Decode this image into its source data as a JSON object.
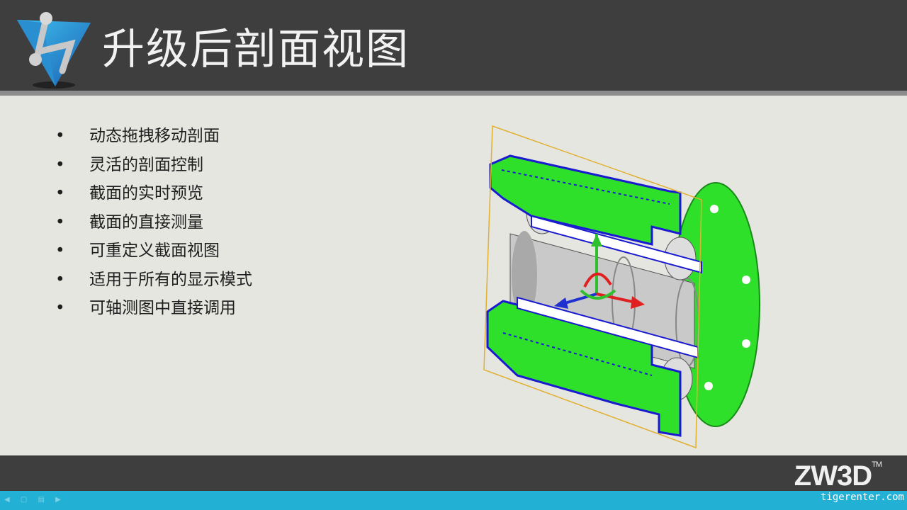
{
  "slide": {
    "title": "升级后剖面视图",
    "bullets": [
      "动态拖拽移动剖面",
      "灵活的剖面控制",
      "截面的实时预览",
      "截面的直接测量",
      "可重定义截面视图",
      "适用于所有的显示模式",
      "可轴测图中直接调用"
    ],
    "bullet_symbol": "•"
  },
  "footer": {
    "brand": "ZW3D",
    "trademark": "TM",
    "watermark": "tigerenter.com"
  },
  "colors": {
    "header": "#3f3e3f",
    "background": "#e6e6e1",
    "accent_bar": "#22b0d4",
    "model_green": "#2fe02a",
    "outline_blue": "#1a1ad0",
    "plane_yellow": "#e0b030"
  }
}
